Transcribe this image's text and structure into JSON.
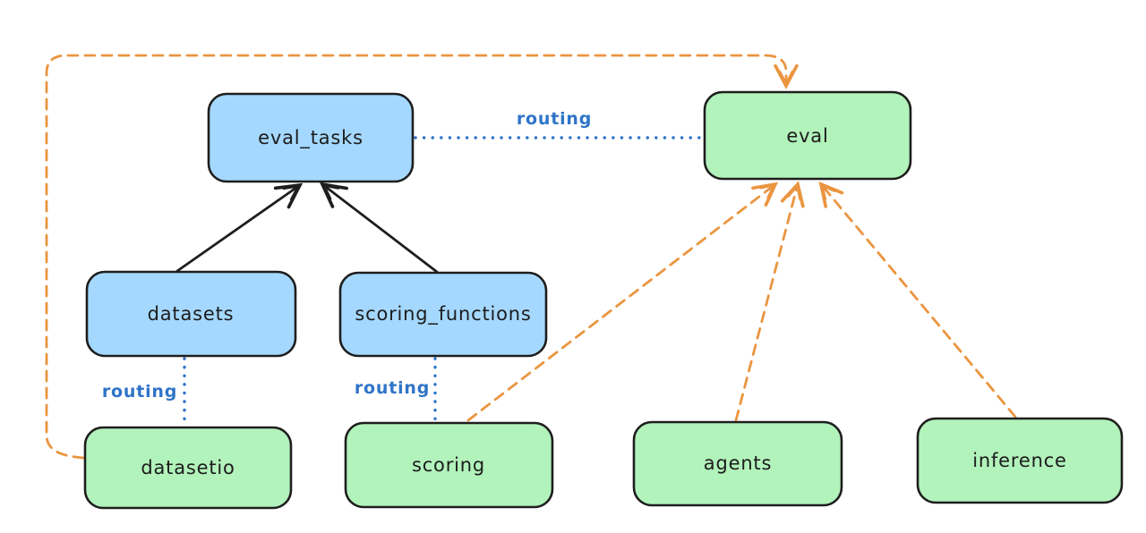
{
  "diagram": {
    "colors": {
      "background": "#ffffff",
      "api_node_fill": "#a5d8ff",
      "provider_node_fill": "#b2f2bb",
      "node_stroke": "#1e1e1e",
      "routing_blue": "#2f74c8",
      "provider_arrow_orange": "#eb9540",
      "solid_arrow_black": "#1e1e1e"
    },
    "nodes": [
      {
        "id": "eval_tasks",
        "label": "eval_tasks",
        "fill": "#a5d8ff"
      },
      {
        "id": "eval",
        "label": "eval",
        "fill": "#b2f2bb"
      },
      {
        "id": "datasets",
        "label": "datasets",
        "fill": "#a5d8ff"
      },
      {
        "id": "scoring_functions",
        "label": "scoring_functions",
        "fill": "#a5d8ff"
      },
      {
        "id": "datasetio",
        "label": "datasetio",
        "fill": "#b2f2bb"
      },
      {
        "id": "scoring",
        "label": "scoring",
        "fill": "#b2f2bb"
      },
      {
        "id": "agents",
        "label": "agents",
        "fill": "#b2f2bb"
      },
      {
        "id": "inference",
        "label": "inference",
        "fill": "#b2f2bb"
      }
    ],
    "edge_labels": [
      {
        "text": "routing",
        "between": "eval_tasks and eval"
      },
      {
        "text": "routing",
        "between": "datasets and datasetio"
      },
      {
        "text": "routing",
        "between": "scoring_functions and scoring"
      }
    ],
    "edges": [
      {
        "from": "datasets",
        "to": "eval_tasks",
        "style": "solid",
        "color": "#1e1e1e",
        "arrow": true
      },
      {
        "from": "scoring_functions",
        "to": "eval_tasks",
        "style": "solid",
        "color": "#1e1e1e",
        "arrow": true
      },
      {
        "from": "eval_tasks",
        "to": "eval",
        "style": "dotted",
        "color": "#2f74c8",
        "arrow": false,
        "label": "routing"
      },
      {
        "from": "datasets",
        "to": "datasetio",
        "style": "dotted",
        "color": "#2f74c8",
        "arrow": false,
        "label": "routing"
      },
      {
        "from": "scoring_functions",
        "to": "scoring",
        "style": "dotted",
        "color": "#2f74c8",
        "arrow": false,
        "label": "routing"
      },
      {
        "from": "datasetio",
        "to": "eval",
        "style": "dashed",
        "color": "#eb9540",
        "arrow": true,
        "route": "around left and top"
      },
      {
        "from": "scoring",
        "to": "eval",
        "style": "dashed",
        "color": "#eb9540",
        "arrow": true
      },
      {
        "from": "agents",
        "to": "eval",
        "style": "dashed",
        "color": "#eb9540",
        "arrow": true
      },
      {
        "from": "inference",
        "to": "eval",
        "style": "dashed",
        "color": "#eb9540",
        "arrow": true
      }
    ]
  }
}
